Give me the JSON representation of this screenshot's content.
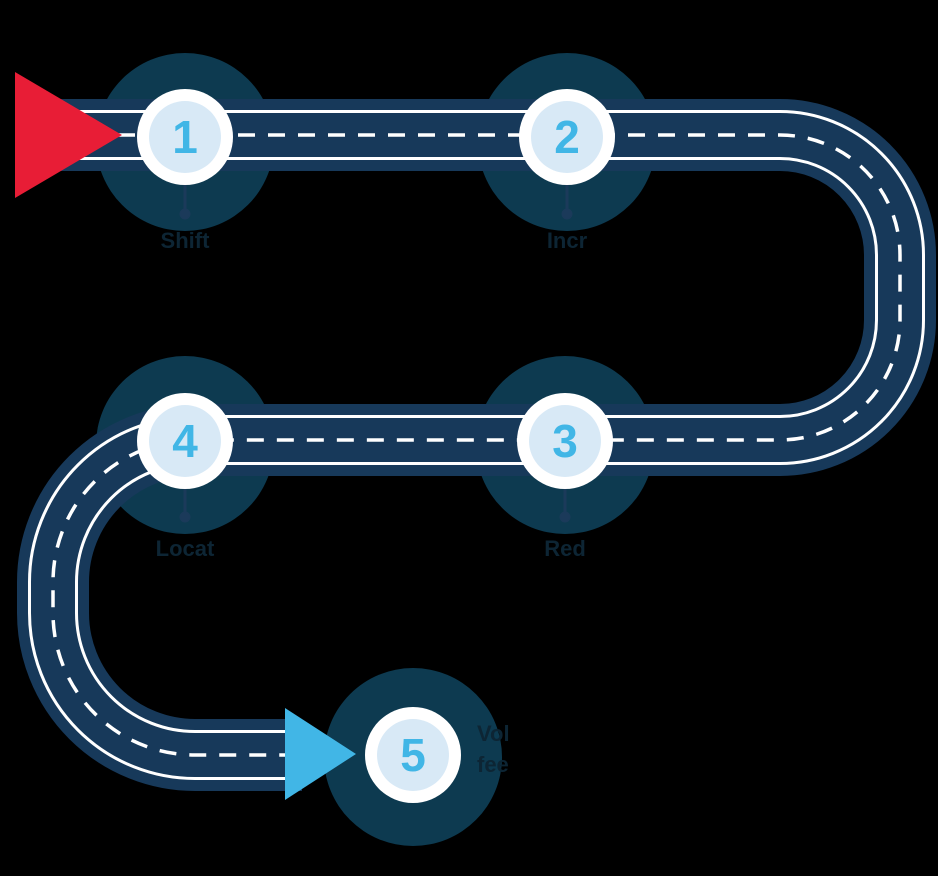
{
  "diagram": {
    "kind": "five-step-road-journey-infographic",
    "canvas_background": "#000000"
  },
  "colors": {
    "disc": "#0d3a50",
    "road": "#17395a",
    "road_side_line": "#ffffff",
    "road_center_dash": "#ffffff",
    "ring": "#ffffff",
    "ring_inner": "#d8e9f6",
    "number": "#41b6e6",
    "start_arrow": "#e81d36",
    "end_arrow": "#41b6e6",
    "pin": "#1b3a5a",
    "label_text": "#0d2534"
  },
  "steps": [
    {
      "number": "1",
      "label_fragment": "Shift"
    },
    {
      "number": "2",
      "label_fragment": "Incr"
    },
    {
      "number": "3",
      "label_fragment": "Red"
    },
    {
      "number": "4",
      "label_fragment": "Locat"
    },
    {
      "number": "5",
      "label_fragment": "Vol",
      "label_fragment_line2": "fee"
    }
  ],
  "markers": {
    "start": "red-right-arrow",
    "end": "lightblue-right-arrow"
  }
}
